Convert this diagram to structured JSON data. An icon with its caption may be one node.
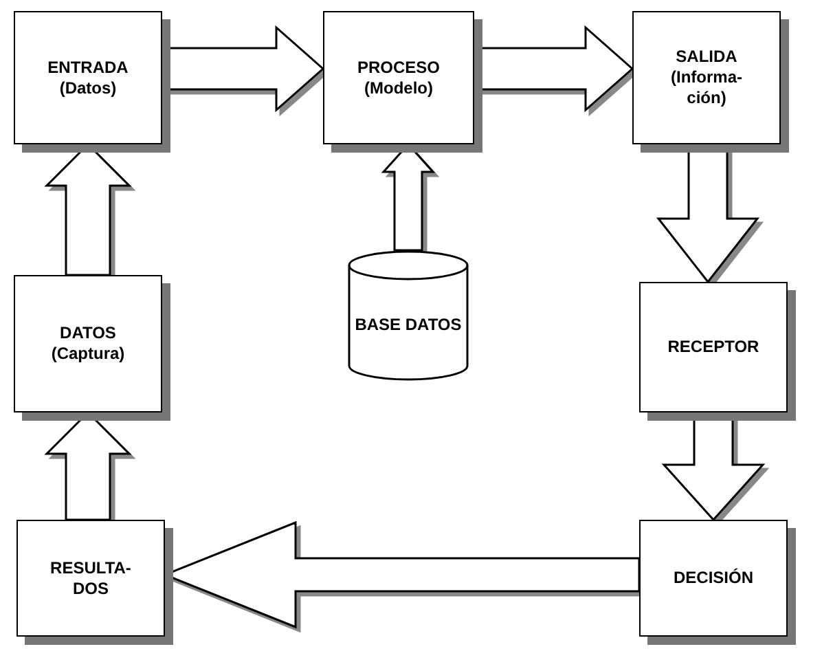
{
  "diagram": {
    "nodes": [
      {
        "text": [
          "ENTRADA",
          "(Datos)"
        ]
      },
      {
        "text": [
          "PROCESO",
          "(Modelo)"
        ]
      },
      {
        "text": [
          "SALIDA",
          "(Informa-ción)"
        ]
      },
      {
        "text": [
          "BASE DATOS"
        ]
      },
      {
        "text": [
          "DATOS",
          "(Captura)"
        ]
      },
      {
        "text": [
          "RECEPTOR"
        ]
      },
      {
        "text": [
          "RESULTA-DOS"
        ]
      },
      {
        "text": [
          "DECISIÓN"
        ]
      }
    ],
    "edges": [
      {
        "from": 0,
        "to": 1,
        "arrow": "to"
      },
      {
        "from": 1,
        "to": 2,
        "arrow": "to"
      },
      {
        "from": 2,
        "to": 5,
        "arrow": "to"
      },
      {
        "from": 3,
        "to": 1,
        "arrow": "to"
      },
      {
        "from": 4,
        "to": 0,
        "arrow": "to"
      },
      {
        "from": 6,
        "to": 4,
        "arrow": "to"
      },
      {
        "from": 5,
        "to": 7,
        "arrow": "to"
      },
      {
        "from": 7,
        "to": 6,
        "arrow": "to"
      }
    ]
  }
}
